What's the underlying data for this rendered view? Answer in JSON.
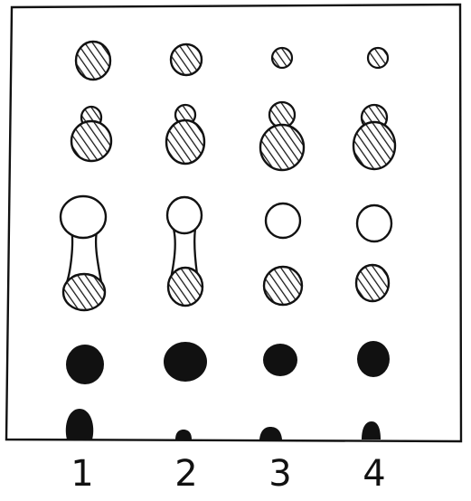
{
  "colors": {
    "ink": "#111111",
    "paper": "#ffffff",
    "hatch": "#1a1a1a"
  },
  "lanes": [
    {
      "label": "1"
    },
    {
      "label": "2"
    },
    {
      "label": "3"
    },
    {
      "label": "4"
    }
  ],
  "spot_styles": [
    "hatched",
    "hatched-double",
    "open-dumbbell",
    "solid",
    "solid-origin"
  ]
}
